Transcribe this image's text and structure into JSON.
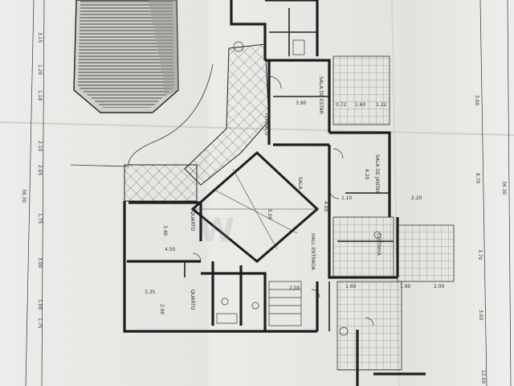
{
  "colors": {
    "paper": "#e8e8e5",
    "ink": "#1e1e1e",
    "fold": "#d2d2ce"
  },
  "watermark": "W",
  "rooms": [
    {
      "id": "kitchen",
      "text": "COZINHA"
    },
    {
      "id": "sala-estar",
      "text": "SALA DE ESTAR"
    },
    {
      "id": "sala-jantar",
      "text": "SALA DE JANTAR"
    },
    {
      "id": "sala-central",
      "text": "SALA"
    },
    {
      "id": "quarto-1",
      "text": "QUARTO"
    },
    {
      "id": "quarto-2",
      "text": "QUARTO"
    },
    {
      "id": "hall",
      "text": "HALL ENTRADA"
    },
    {
      "id": "terraco",
      "text": "TERRAÇO"
    }
  ],
  "dimensions": {
    "left": [
      "3.15",
      "1.20",
      "1.18",
      "2.10",
      "2.05",
      "1.75",
      "3.00",
      "1.00",
      "1.75",
      "36.30"
    ],
    "right": [
      "3.00",
      "8.70",
      "36.30",
      "3.70",
      "3.00",
      "12.00"
    ],
    "middle": [
      "3.90",
      "0.72",
      "1.60",
      "1.22",
      "1.10",
      "2.20",
      "4.50",
      "3.35",
      "2.00",
      "1.60",
      "1.90",
      "2.00",
      "5.00",
      "4.00",
      "4.20",
      "3.40",
      "2.90"
    ]
  }
}
